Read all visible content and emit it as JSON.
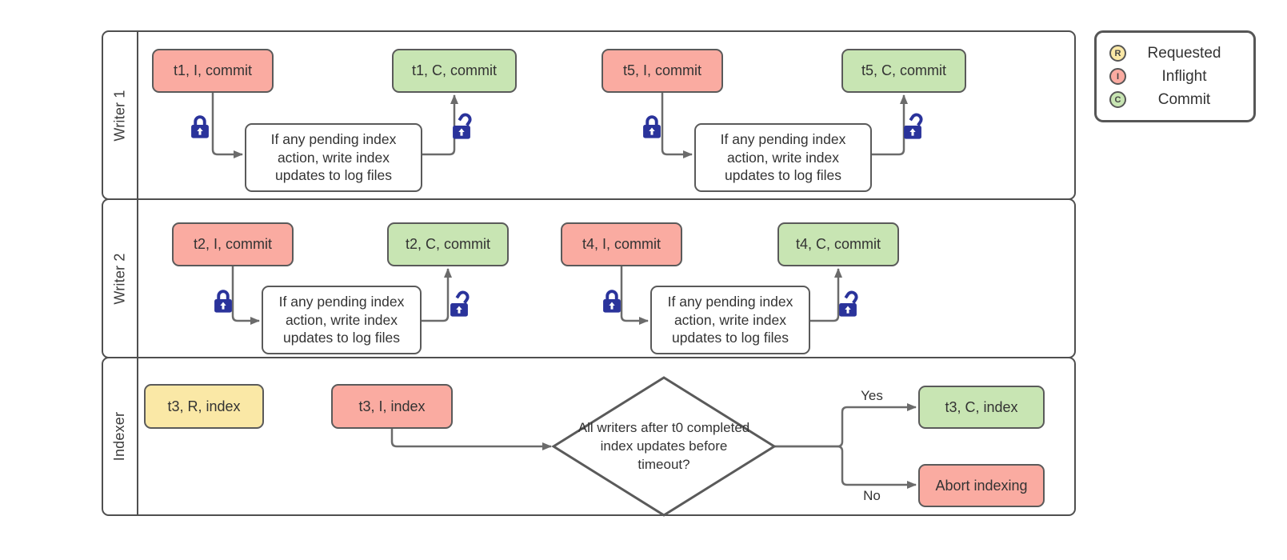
{
  "lanes": [
    {
      "label": "Writer 1",
      "nodes": [
        {
          "label": "t1, I, commit",
          "type": "inflight"
        },
        {
          "label": "If any pending index action, write index updates to log files",
          "type": "process"
        },
        {
          "label": "t1, C, commit",
          "type": "commit"
        },
        {
          "label": "t5, I, commit",
          "type": "inflight"
        },
        {
          "label": "If any pending index action, write index updates to log files",
          "type": "process"
        },
        {
          "label": "t5, C, commit",
          "type": "commit"
        }
      ]
    },
    {
      "label": "Writer 2",
      "nodes": [
        {
          "label": "t2, I, commit",
          "type": "inflight"
        },
        {
          "label": "If any pending index action, write index updates to log files",
          "type": "process"
        },
        {
          "label": "t2, C, commit",
          "type": "commit"
        },
        {
          "label": "t4, I, commit",
          "type": "inflight"
        },
        {
          "label": "If any pending index action, write index updates to log files",
          "type": "process"
        },
        {
          "label": "t4, C, commit",
          "type": "commit"
        }
      ]
    },
    {
      "label": "Indexer",
      "nodes": [
        {
          "label": "t3, R, index",
          "type": "requested"
        },
        {
          "label": "t3, I, index",
          "type": "inflight"
        },
        {
          "label": "All writers after t0 completed index updates before timeout?",
          "type": "decision"
        },
        {
          "label": "t3, C, index",
          "type": "commit"
        },
        {
          "label": "Abort indexing",
          "type": "abort"
        }
      ],
      "branches": {
        "yes": "Yes",
        "no": "No"
      }
    }
  ],
  "legend": {
    "items": [
      {
        "letter": "R",
        "label": "Requested",
        "color": "#fae8a6"
      },
      {
        "letter": "I",
        "label": "Inflight",
        "color": "#faaba1"
      },
      {
        "letter": "C",
        "label": "Commit",
        "color": "#c8e5b3"
      }
    ]
  },
  "icons": {
    "locked": "closed-padlock-icon",
    "unlocked": "open-padlock-icon"
  },
  "colors": {
    "inflight": "#faaba1",
    "commit": "#c8e5b3",
    "requested": "#fae8a6",
    "process": "#ffffff",
    "node_border": "#5a5a5a",
    "lane_border": "#4f4f4f",
    "connector": "#6b6b6b",
    "lock": "#2a339b"
  }
}
